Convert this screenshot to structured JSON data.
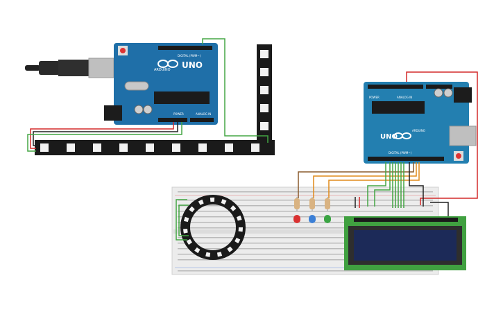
{
  "arduino_left": {
    "logo_text": "UNO",
    "brand_text": "ARDUINO",
    "digital_header": "DIGITAL (PWM~)",
    "power_label": "POWER",
    "analog_label": "ANALOG IN"
  },
  "arduino_right": {
    "logo_text": "UNO",
    "brand_text": "ARDUINO",
    "digital_header": "DIGITAL (PWM~)",
    "power_label": "POWER",
    "analog_label": "ANALOG IN"
  },
  "leds": [
    {
      "color_name": "red",
      "color": "#d93131"
    },
    {
      "color_name": "blue",
      "color": "#3b7fd6"
    },
    {
      "color_name": "green",
      "color": "#3aa443"
    }
  ],
  "colors": {
    "board_blue": "#1f6fa8",
    "board_teal": "#237fb0",
    "breadboard": "#ececec",
    "lcd_green": "#40a040",
    "lcd_screen": "#1c2a58",
    "strip_black": "#1a1a1a",
    "wire_red": "#d42a2a",
    "wire_green": "#43a543",
    "wire_orange": "#e08a1a",
    "wire_brown": "#8a5a2b",
    "wire_black": "#202020"
  }
}
